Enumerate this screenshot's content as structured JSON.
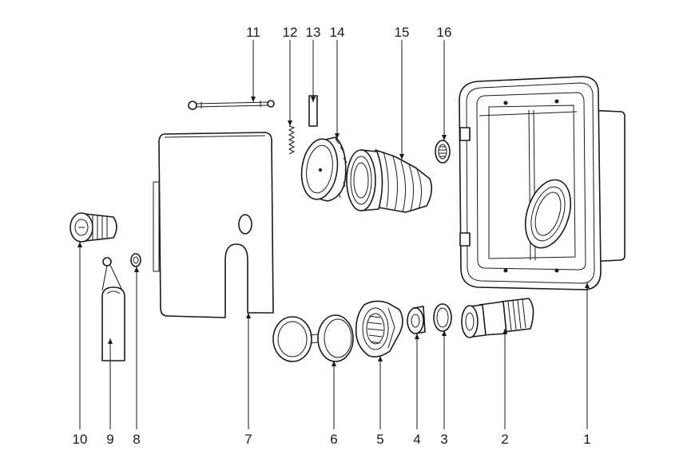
{
  "callouts": [
    {
      "id": "1",
      "text": "1"
    },
    {
      "id": "2",
      "text": "2"
    },
    {
      "id": "3",
      "text": "3"
    },
    {
      "id": "4",
      "text": "4"
    },
    {
      "id": "5",
      "text": "5"
    },
    {
      "id": "6",
      "text": "6"
    },
    {
      "id": "7",
      "text": "7"
    },
    {
      "id": "8",
      "text": "8"
    },
    {
      "id": "9",
      "text": "9"
    },
    {
      "id": "10",
      "text": "10"
    },
    {
      "id": "11",
      "text": "11"
    },
    {
      "id": "12",
      "text": "12"
    },
    {
      "id": "13",
      "text": "13"
    },
    {
      "id": "14",
      "text": "14"
    },
    {
      "id": "15",
      "text": "15"
    },
    {
      "id": "16",
      "text": "16"
    }
  ],
  "colors": {
    "ink": "#1a1a1a",
    "background": "#ffffff"
  }
}
